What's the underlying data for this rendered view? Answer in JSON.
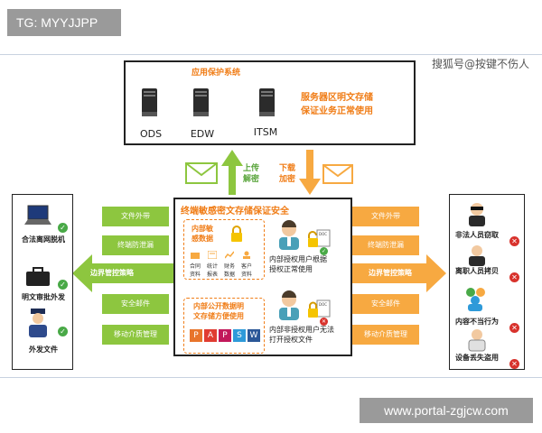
{
  "tags": {
    "top": "TG: MYYJJPP",
    "bottom": "www.portal-zgjcw.com"
  },
  "watermark": "搜狐号@按键不伤人",
  "app_box": {
    "title": "应用保护系统",
    "servers": [
      "ODS",
      "EDW",
      "ITSM"
    ],
    "note_line1": "服务器区明文存储",
    "note_line2": "保证业务正常使用"
  },
  "arrows": {
    "upload": [
      "上传",
      "解密"
    ],
    "download": [
      "下载",
      "加密"
    ],
    "left_strategy": "边界管控策略",
    "right_strategy": "边界管控策略"
  },
  "center": {
    "title": "终端敏感密文存储保证安全",
    "internal_title": [
      "内部敏",
      "感数据"
    ],
    "internal_items": [
      "合同\n资料",
      "统计\n报表",
      "财务\n数据",
      "客户\n资料"
    ],
    "public_title": [
      "内部公开数据明",
      "文存储方便使用"
    ],
    "app_letters": [
      "P",
      "A",
      "P",
      "S",
      "W"
    ],
    "authorized": [
      "内部授权用户根据",
      "授权正常使用"
    ],
    "unauthorized": [
      "内部非授权用户无法",
      "打开授权文件"
    ],
    "doc_tag": "DOC"
  },
  "left_pills": [
    "文件外带",
    "终端防泄漏",
    "安全邮件",
    "移动介质管理"
  ],
  "right_pills": [
    "文件外带",
    "终端防泄漏",
    "安全邮件",
    "移动介质管理"
  ],
  "left_items": [
    "合法离网脱机",
    "明文审批外发",
    "外发文件"
  ],
  "right_items": [
    "非法人员窃取",
    "离职人员拷贝",
    "内容不当行为",
    "设备丢失盗用"
  ],
  "colors": {
    "green": "#8dc63f",
    "orange": "#f7a941",
    "accent": "#f07d17",
    "ok": "#49a947",
    "bad": "#d8322c"
  }
}
